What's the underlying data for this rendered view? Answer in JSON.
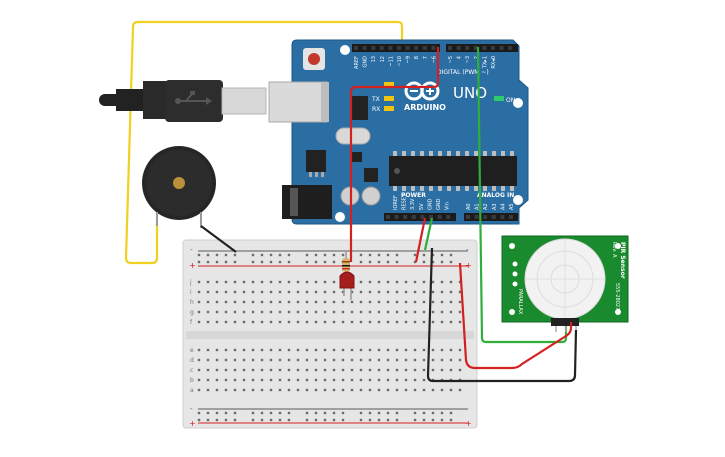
{
  "board": {
    "brand": "ARDUINO",
    "model": "UNO",
    "on_label": "ON",
    "tx_label": "TX",
    "rx_label": "RX",
    "digital_label": "DIGITAL (PWM ~)",
    "power_label": "POWER",
    "analog_label": "ANALOG IN",
    "digital_pins": [
      "AREF",
      "GND",
      "13",
      "12",
      "~11",
      "~10",
      "~9",
      "8",
      "7",
      "~6",
      "~5",
      "4",
      "~3",
      "2",
      "TX▸1",
      "RX◂0"
    ],
    "power_pins": [
      "IOREF",
      "RESET",
      "3.3V",
      "5V",
      "GND",
      "GND",
      "Vin"
    ],
    "analog_pins": [
      "A0",
      "A1",
      "A2",
      "A3",
      "A4",
      "A5"
    ]
  },
  "pir": {
    "title": "PIR Sensor",
    "rev": "Rev. A",
    "brand": "PARALLAX",
    "part": "555-28027"
  },
  "breadboard": {
    "row_letters_top": [
      "j",
      "i",
      "h",
      "g",
      "f"
    ],
    "row_letters_bottom": [
      "e",
      "d",
      "c",
      "b",
      "a"
    ],
    "column_count": 30,
    "rail_plus": "+",
    "rail_minus": "-"
  },
  "colors": {
    "board": "#2b6ea3",
    "wire_yellow": "#f0d020",
    "wire_red": "#d42020",
    "wire_green": "#2fae3c",
    "wire_black": "#222222",
    "pir_board": "#1a8a2e",
    "breadboard": "#e6e6e6"
  }
}
